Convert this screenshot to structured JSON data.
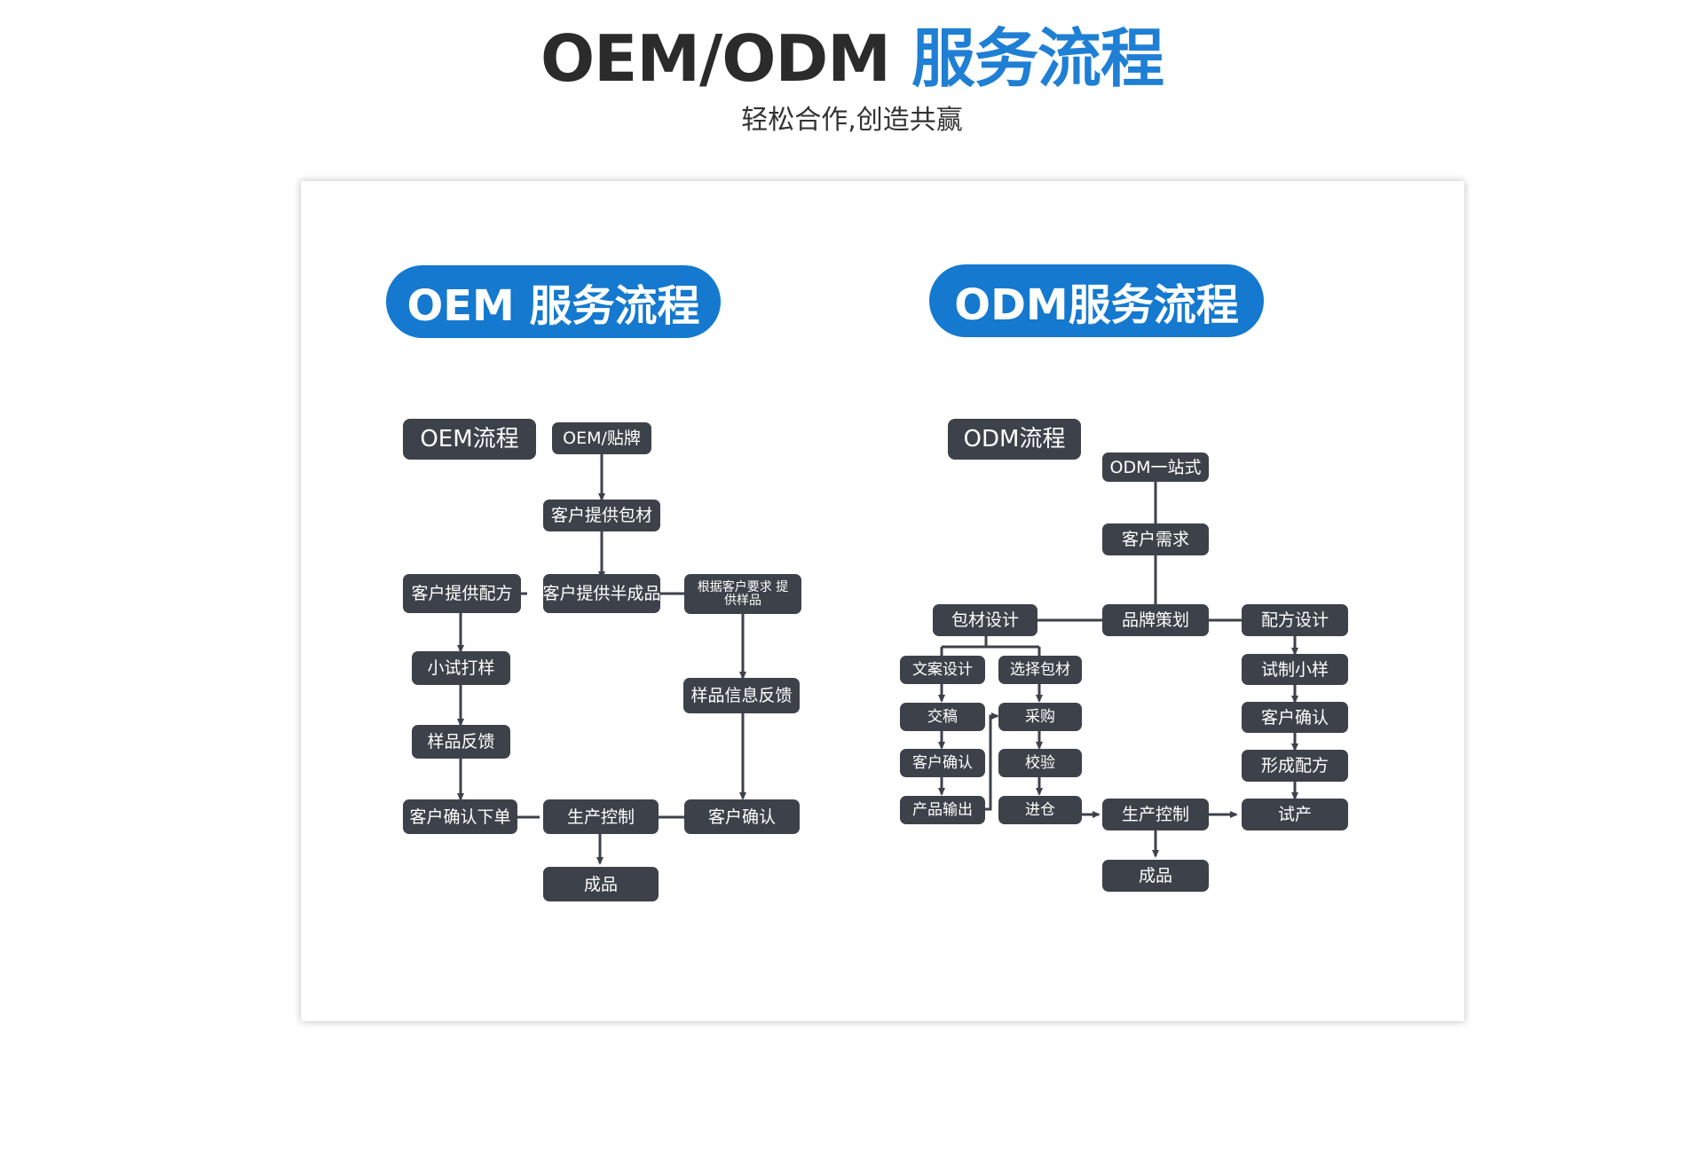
{
  "header": {
    "title_main": "OEM/ODM ",
    "title_accent": "服务流程",
    "subtitle": "轻松合作,创造共赢"
  },
  "oem": {
    "banner": "OEM 服务流程",
    "label": "OEM流程",
    "nodes": {
      "start": "OEM/贴牌",
      "provide_packaging": "客户提供包材",
      "provide_formula": "客户提供配方",
      "provide_semi": "客户提供半成品",
      "sample_by_req": "根据客户要求 提供样品",
      "small_trial": "小试打样",
      "sample_feedback": "样品反馈",
      "sample_info_feedback": "样品信息反馈",
      "confirm_order": "客户确认下单",
      "production_control": "生产控制",
      "customer_confirm": "客户确认",
      "finished": "成品"
    }
  },
  "odm": {
    "banner": "ODM服务流程",
    "label": "ODM流程",
    "nodes": {
      "start": "ODM一站式",
      "demand": "客户需求",
      "packaging_design": "包材设计",
      "brand_planning": "品牌策划",
      "formula_design": "配方设计",
      "copy_design": "文案设计",
      "choose_packaging": "选择包材",
      "trial_sample": "试制小样",
      "draft": "交稿",
      "purchase": "采购",
      "customer_confirm_right": "客户确认",
      "customer_confirm_left": "客户确认",
      "inspection": "校验",
      "form_formula": "形成配方",
      "product_output": "产品输出",
      "warehousing": "进仓",
      "production_control": "生产控制",
      "trial_production": "试产",
      "finished": "成品"
    }
  }
}
